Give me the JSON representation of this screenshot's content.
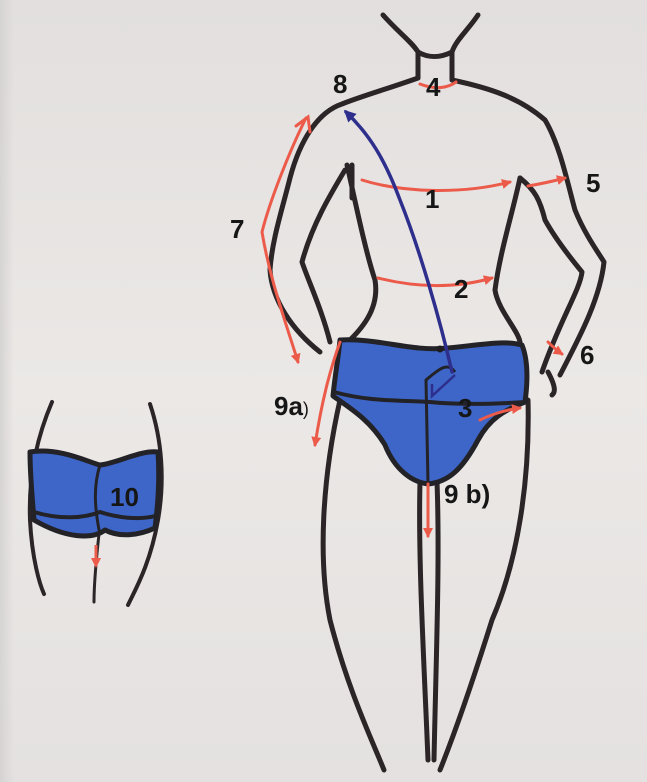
{
  "labels": {
    "chest": "1",
    "waist": "2",
    "hips": "3",
    "neck": "4",
    "bicep": "5",
    "wrist": "6",
    "arm": "7",
    "shoulder": "8",
    "leg_side": "9a",
    "leg_side_paren": ")",
    "inseam": "9 b)",
    "back": "10"
  },
  "colors": {
    "outline": "#2b2528",
    "measure_red": "#ec5a4a",
    "measure_blue": "#2e2f8c",
    "garment_blue": "#3d66c8",
    "paper": "#e7e4e2"
  }
}
